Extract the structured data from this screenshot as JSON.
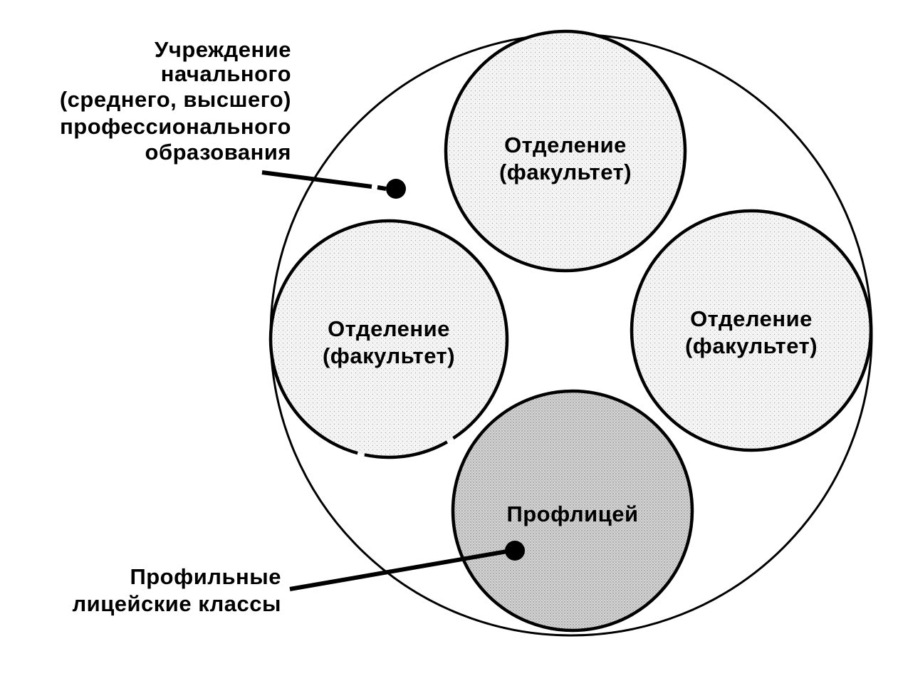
{
  "institution_label": {
    "lines": [
      "Учреждение",
      "начального",
      "(среднего, высшего)",
      "профессионального",
      "образования"
    ]
  },
  "lyceum_classes_label": {
    "lines": [
      "Профильные",
      "лицейские классы"
    ]
  },
  "departments": [
    {
      "line1": "Отделение",
      "line2": "(факультет)"
    },
    {
      "line1": "Отделение",
      "line2": "(факультет)"
    },
    {
      "line1": "Отделение",
      "line2": "(факультет)"
    }
  ],
  "lyceum": {
    "label": "Профлицей"
  },
  "colors": {
    "stroke": "#000000",
    "department_fill": "#ededed",
    "lyceum_fill": "#c9c9c9",
    "background": "#ffffff"
  }
}
